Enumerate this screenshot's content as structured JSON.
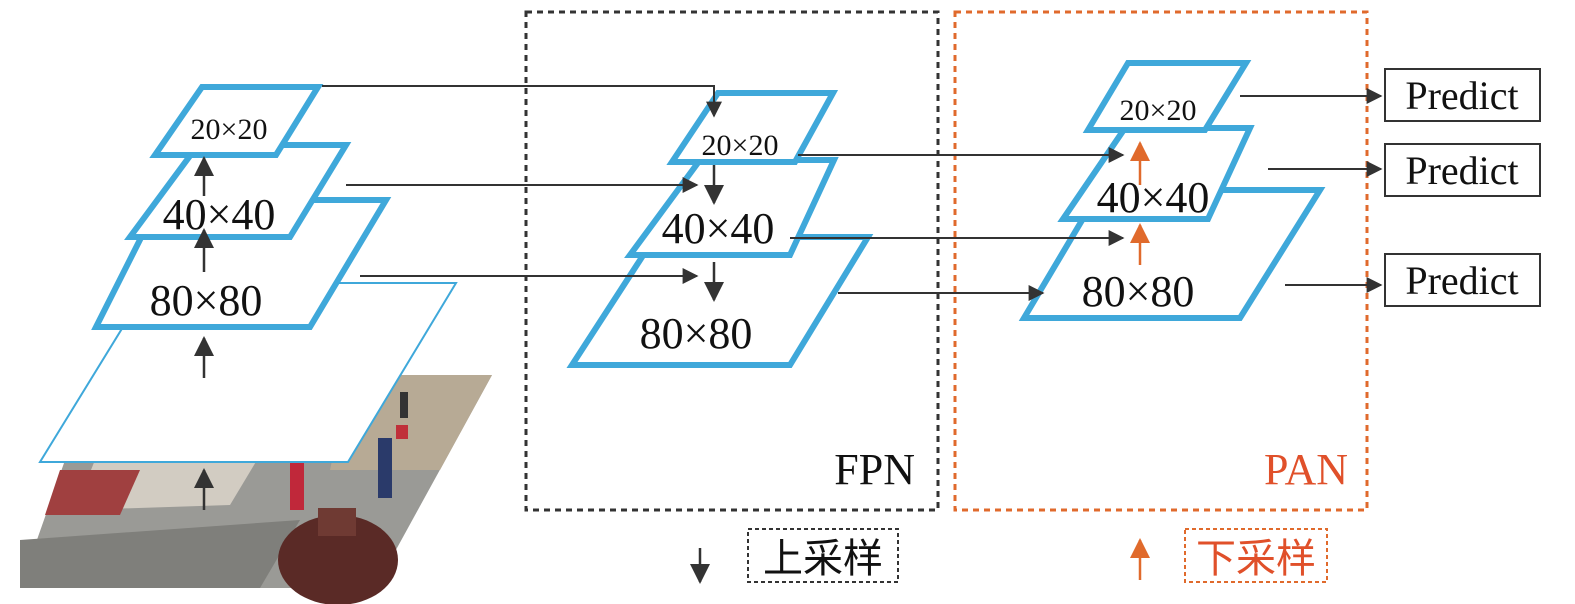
{
  "backbone": {
    "layers": [
      "20×20",
      "40×40",
      "80×80"
    ]
  },
  "fpn": {
    "title": "FPN",
    "layers": [
      "20×20",
      "40×40",
      "80×80"
    ]
  },
  "pan": {
    "title": "PAN",
    "layers": [
      "20×20",
      "40×40",
      "80×80"
    ]
  },
  "outputs": [
    "Predict",
    "Predict",
    "Predict"
  ],
  "legend": {
    "upsample": "上采样",
    "downsample": "下采样"
  },
  "colors": {
    "layer_border": "#3fa8da",
    "arrow": "#333333",
    "fpn_box": "#333333",
    "pan_box": "#e06a2c",
    "pan_text": "#e0502a"
  }
}
